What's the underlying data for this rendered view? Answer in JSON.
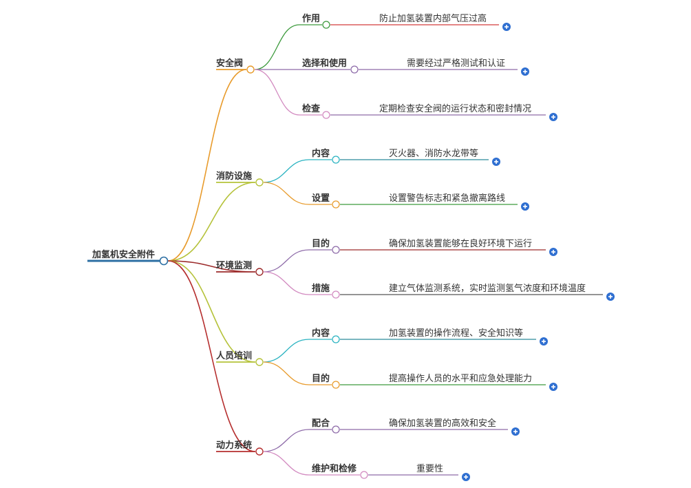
{
  "root": {
    "label": "加氢机安全附件",
    "color": "#2c6fa3"
  },
  "colors": {
    "circle_fill": "#ffffff",
    "expand_fill": "#2f6fd1",
    "expand_symbol": "#ffffff"
  },
  "branches": [
    {
      "label": "安全阀",
      "color": "#e89b2c",
      "children": [
        {
          "label": "作用",
          "color": "#3c9a3c",
          "detail": "防止加氢装置内部气压过高",
          "detail_color": "#d33b3b"
        },
        {
          "label": "选择和使用",
          "color": "#8d6aa8",
          "detail": "需要经过严格测试和认证",
          "detail_color": "#8d6aa8"
        },
        {
          "label": "检查",
          "color": "#d28ac0",
          "detail": "定期检查安全阀的运行状态和密封情况",
          "detail_color": "#8d6aa8"
        }
      ]
    },
    {
      "label": "消防设施",
      "color": "#b5c23a",
      "children": [
        {
          "label": "内容",
          "color": "#2ab3c1",
          "detail": "灭火器、消防水龙带等",
          "detail_color": "#2a8a9a"
        },
        {
          "label": "设置",
          "color": "#e89b2c",
          "detail": "设置警告标志和紧急撤离路线",
          "detail_color": "#3c9a3c"
        }
      ]
    },
    {
      "label": "环境监测",
      "color": "#9c2b2b",
      "children": [
        {
          "label": "目的",
          "color": "#8d6aa8",
          "detail": "确保加氢装置能够在良好环境下运行",
          "detail_color": "#9c2b2b"
        },
        {
          "label": "措施",
          "color": "#d28ac0",
          "detail": "建立气体监测系统，实时监测氢气浓度和环境温度",
          "detail_color": "#555555"
        }
      ]
    },
    {
      "label": "人员培训",
      "color": "#b5c23a",
      "children": [
        {
          "label": "内容",
          "color": "#2ab3c1",
          "detail": "加氢装置的操作流程、安全知识等",
          "detail_color": "#2a8a9a"
        },
        {
          "label": "目的",
          "color": "#e89b2c",
          "detail": "提高操作人员的水平和应急处理能力",
          "detail_color": "#3c9a3c"
        }
      ]
    },
    {
      "label": "动力系统",
      "color": "#b52e2e",
      "children": [
        {
          "label": "配合",
          "color": "#8d6aa8",
          "detail": "确保加氢装置的高效和安全",
          "detail_color": "#8d6aa8"
        },
        {
          "label": "维护和检修",
          "color": "#d28ac0",
          "detail": "重要性",
          "detail_color": "#8d6aa8"
        }
      ]
    }
  ]
}
